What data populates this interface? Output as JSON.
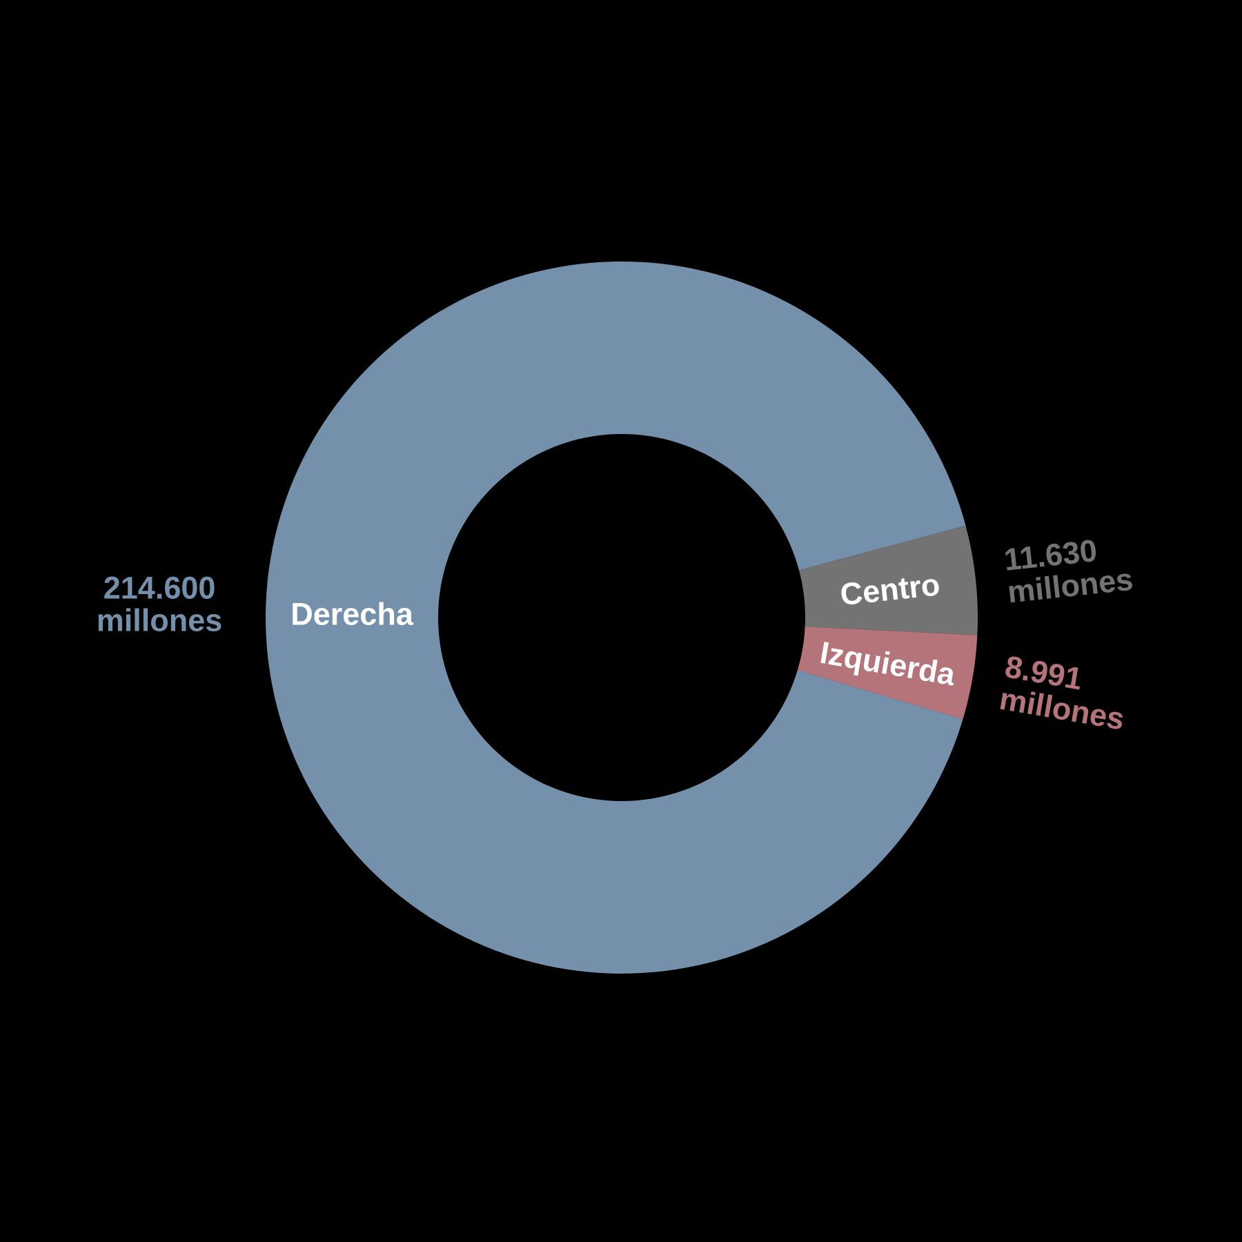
{
  "background_color": "#000000",
  "chart_data": {
    "type": "pie",
    "subtype": "donut",
    "title": "",
    "unit": "millones",
    "slices": [
      {
        "label": "Derecha",
        "value": 214600,
        "value_text": "214.600",
        "unit_text": "millones",
        "color": "#7590ab"
      },
      {
        "label": "Centro",
        "value": 11630,
        "value_text": "11.630",
        "unit_text": "millones",
        "color": "#737373"
      },
      {
        "label": "Izquierda",
        "value": 8991,
        "value_text": "8.991",
        "unit_text": "millones",
        "color": "#b5737a"
      }
    ],
    "layout": {
      "start_angle_deg": 16.6,
      "clockwise": true,
      "donut_hole_ratio": 0.515,
      "slice_label_color": "#ffffff",
      "slice_labels_position": "inside",
      "value_labels_position": "outside",
      "legend": "none",
      "grid": "off"
    }
  }
}
